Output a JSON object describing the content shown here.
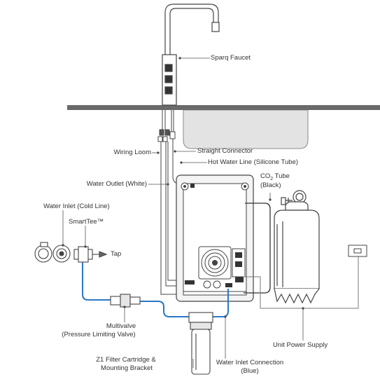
{
  "labels": {
    "faucet": "Sparq Faucet",
    "wiring_loom": "Wiring Loom",
    "straight_connector": "Straight Connector",
    "hot_water_line": "Hot Water Line (Silicone Tube)",
    "water_outlet": "Water Outlet (White)",
    "co2_tube_line1": "CO",
    "co2_tube_sub": "2",
    "co2_tube_line1_rest": " Tube",
    "co2_tube_line2": "(Black)",
    "water_inlet": "Water Inlet (Cold Line)",
    "smarttee": "SmartTee™",
    "tap": "Tap",
    "multivalve_line1": "Multivalve",
    "multivalve_line2": "(Pressure Limiting Valve)",
    "unit_power_supply": "Unit Power Supply",
    "filter_line1": "Z1 Filter Cartridge &",
    "filter_line2": "Mounting Bracket",
    "inlet_connection_line1": "Water Inlet Connection",
    "inlet_connection_line2": "(Blue)"
  },
  "colors": {
    "line": "#444444",
    "blue_line": "#2a78c4",
    "counter": "#6a6a6a",
    "sink": "#e3e3e3",
    "unit": "#f4f4f4",
    "text": "#333333"
  }
}
